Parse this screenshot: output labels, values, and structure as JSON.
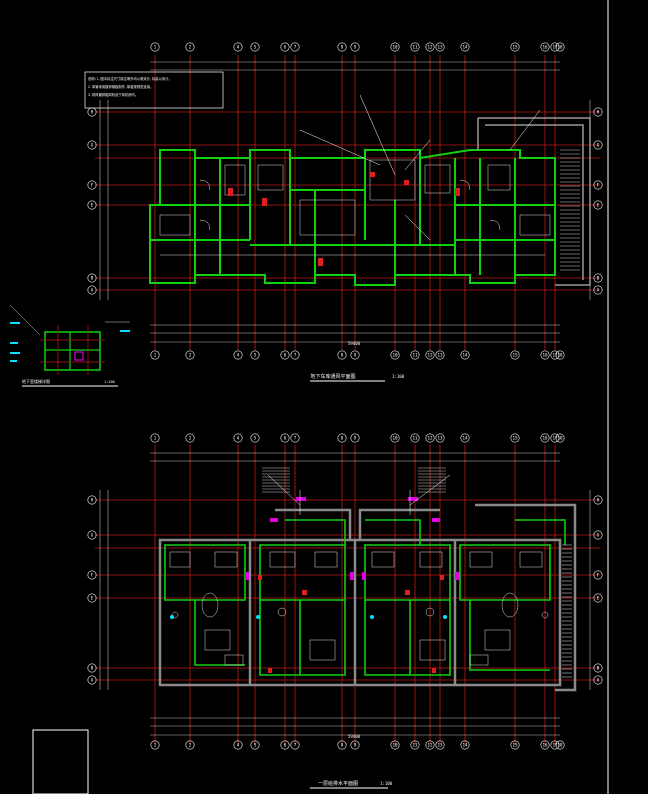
{
  "colors": {
    "background": "#000000",
    "wall": "#00e000",
    "axis": "#e02020",
    "text": "#ffffff",
    "dim": "#c0c0c0",
    "note_cyan": "#00e0ff",
    "note_yellow": "#ffff00",
    "door": "#ff00ff",
    "gray_wall": "#909090"
  },
  "top_plan": {
    "title": "地下车库通风平面图",
    "scale": "1:100",
    "notes": [
      "说明:1.图中标注尺寸除注明外均以毫米计,标高以米计。",
      "2.风管采用镀锌钢板制作,厚度按规范选用。",
      "3.排风兼排烟风机设于风机房内。"
    ],
    "col_labels": [
      "1",
      "2",
      "4",
      "5",
      "6",
      "7",
      "8",
      "9",
      "10",
      "11",
      "12",
      "13",
      "14",
      "15",
      "16",
      "17",
      "18"
    ],
    "row_labels_left": [
      "H",
      "G",
      "F",
      "E",
      "B",
      "A"
    ],
    "total_dim": "59400"
  },
  "detail": {
    "title": "地下室楼梯详图",
    "scale": "1:100"
  },
  "bottom_plan": {
    "title": "一层给排水平面图",
    "scale": "1:100",
    "col_labels": [
      "1",
      "2",
      "4",
      "5",
      "6",
      "7",
      "8",
      "9",
      "10",
      "11",
      "12",
      "13",
      "14",
      "15",
      "16",
      "17",
      "18"
    ],
    "row_labels_left": [
      "H",
      "G",
      "F",
      "E",
      "B",
      "A"
    ],
    "total_dim": "59400"
  }
}
